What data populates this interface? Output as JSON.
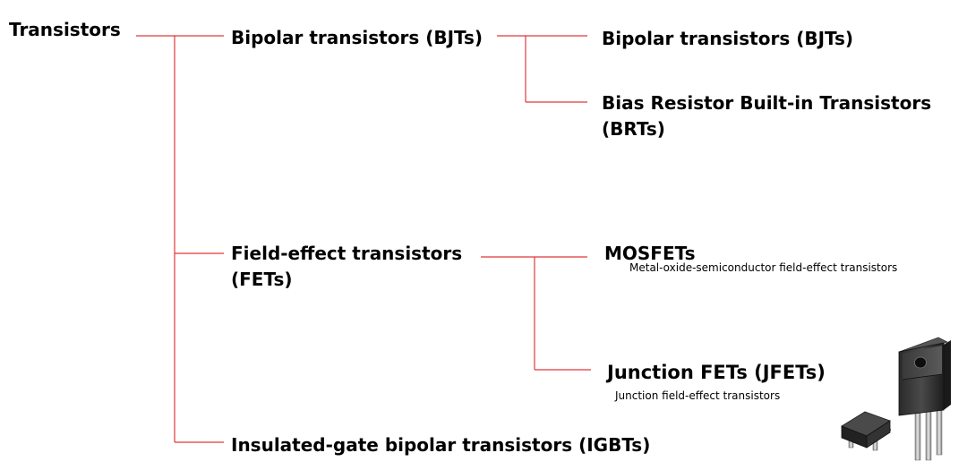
{
  "root": {
    "label": "Transistors"
  },
  "branches": [
    {
      "label": "Bipolar transistors (BJTs)",
      "children": [
        {
          "label": "Bipolar transistors (BJTs)",
          "sub": ""
        },
        {
          "label_line1": "Bias Resistor Built-in Transistors",
          "label_line2": "(BRTs)",
          "sub": ""
        }
      ]
    },
    {
      "label_line1": "Field-effect transistors",
      "label_line2": "(FETs)",
      "children": [
        {
          "label": "MOSFETs",
          "sub": "Metal-oxide-semiconductor field-effect transistors"
        },
        {
          "label": "Junction FETs (JFETs)",
          "sub": "Junction field-effect transistors"
        }
      ]
    },
    {
      "label": "Insulated-gate bipolar transistors (IGBTs)"
    }
  ],
  "colors": {
    "connector": "#e0383a",
    "text": "#000000"
  },
  "images": [
    {
      "icon": "sot-package-transistor-icon"
    },
    {
      "icon": "to-220-transistor-icon"
    }
  ]
}
